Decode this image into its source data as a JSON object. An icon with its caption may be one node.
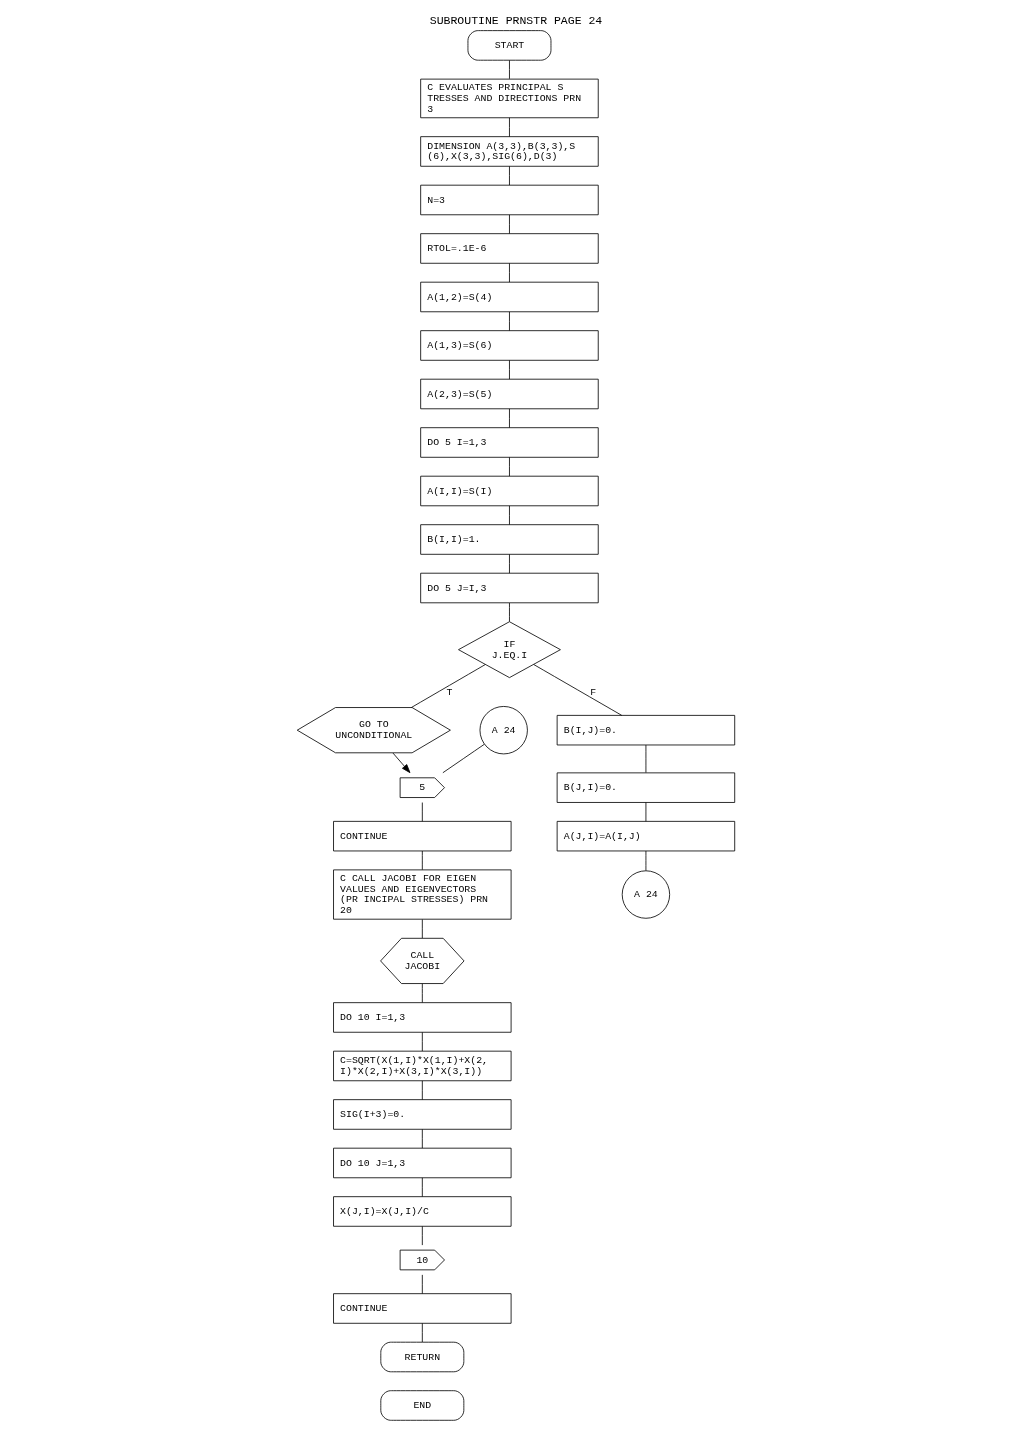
{
  "diagram": {
    "title": "SUBROUTINE PRNSTR PAGE 24",
    "nodes": [
      {
        "text": [
          "START"
        ]
      },
      {
        "text": [
          "C EVALUATES PRINCIPAL S TRESSES AND DIRECTIONS PRN 3"
        ]
      },
      {
        "text": [
          "DIMENSION A(3,3),B(3,3),S (6),X(3,3),SIG(6),D(3)"
        ]
      },
      {
        "text": [
          "N=3"
        ]
      },
      {
        "text": [
          "RTOL=.1E-6"
        ]
      },
      {
        "text": [
          "A(1,2)=S(4)"
        ]
      },
      {
        "text": [
          "A(1,3)=S(6)"
        ]
      },
      {
        "text": [
          "A(2,3)=S(5)"
        ]
      },
      {
        "text": [
          "DO 5 I=1,3"
        ]
      },
      {
        "text": [
          "A(I,I)=S(I)"
        ]
      },
      {
        "text": [
          "B(I,I)=1."
        ]
      },
      {
        "text": [
          "DO 5 J=I,3"
        ]
      },
      {
        "text": [
          "IF",
          "J.EQ.I"
        ]
      },
      {
        "text": [
          "GO TO",
          "UNCONDITIONAL"
        ]
      },
      {
        "text": [
          "B(I,J)=0."
        ]
      },
      {
        "text": [
          "B(J,I)=0."
        ]
      },
      {
        "text": [
          "A(J,I)=A(I,J)"
        ]
      },
      {
        "text": [
          "A 24"
        ]
      },
      {
        "text": [
          "A 24"
        ]
      },
      {
        "text": [
          "5"
        ]
      },
      {
        "text": [
          "CONTINUE"
        ]
      },
      {
        "text": [
          "C CALL JACOBI FOR EIGEN VALUES AND EIGENVECTORS (PR INCIPAL STRESSES) PRN 20"
        ]
      },
      {
        "text": [
          "CALL",
          "JACOBI"
        ]
      },
      {
        "text": [
          "DO 10 I=1,3"
        ]
      },
      {
        "text": [
          "C=SQRT(X(1,I)*X(1,I)+X(2, I)*X(2,I)+X(3,I)*X(3,I))"
        ]
      },
      {
        "text": [
          "SIG(I+3)=0."
        ]
      },
      {
        "text": [
          "DO 10 J=1,3"
        ]
      },
      {
        "text": [
          "X(J,I)=X(J,I)/C"
        ]
      },
      {
        "text": [
          "10"
        ]
      },
      {
        "text": [
          "CONTINUE"
        ]
      },
      {
        "text": [
          "RETURN"
        ]
      },
      {
        "text": [
          "END"
        ]
      }
    ],
    "edges": [
      {
        "from": 0,
        "to": 1,
        "arrow": "none"
      },
      {
        "from": 1,
        "to": 2,
        "arrow": "none"
      },
      {
        "from": 2,
        "to": 3,
        "arrow": "none"
      },
      {
        "from": 3,
        "to": 4,
        "arrow": "none"
      },
      {
        "from": 4,
        "to": 5,
        "arrow": "none"
      },
      {
        "from": 5,
        "to": 6,
        "arrow": "none"
      },
      {
        "from": 6,
        "to": 7,
        "arrow": "none"
      },
      {
        "from": 7,
        "to": 8,
        "arrow": "none"
      },
      {
        "from": 8,
        "to": 9,
        "arrow": "none"
      },
      {
        "from": 9,
        "to": 10,
        "arrow": "none"
      },
      {
        "from": 10,
        "to": 11,
        "arrow": "none"
      },
      {
        "from": 11,
        "to": 12,
        "arrow": "none"
      },
      {
        "from": 12,
        "to": 13,
        "label": "T",
        "arrow": "none"
      },
      {
        "from": 12,
        "to": 14,
        "label": "F",
        "arrow": "none"
      },
      {
        "from": 14,
        "to": 15,
        "arrow": "none"
      },
      {
        "from": 15,
        "to": 16,
        "arrow": "none"
      },
      {
        "from": 16,
        "to": 17,
        "arrow": "none"
      },
      {
        "from": 13,
        "to": 19,
        "arrow": "to"
      },
      {
        "from": 18,
        "to": 19,
        "arrow": "none"
      },
      {
        "from": 19,
        "to": 20,
        "arrow": "none"
      },
      {
        "from": 20,
        "to": 21,
        "arrow": "none"
      },
      {
        "from": 21,
        "to": 22,
        "arrow": "none"
      },
      {
        "from": 22,
        "to": 23,
        "arrow": "none"
      },
      {
        "from": 23,
        "to": 24,
        "arrow": "none"
      },
      {
        "from": 24,
        "to": 25,
        "arrow": "none"
      },
      {
        "from": 25,
        "to": 26,
        "arrow": "none"
      },
      {
        "from": 26,
        "to": 27,
        "arrow": "none"
      },
      {
        "from": 27,
        "to": 28,
        "arrow": "none"
      },
      {
        "from": 28,
        "to": 29,
        "arrow": "none"
      },
      {
        "from": 29,
        "to": 30,
        "arrow": "none"
      }
    ]
  }
}
